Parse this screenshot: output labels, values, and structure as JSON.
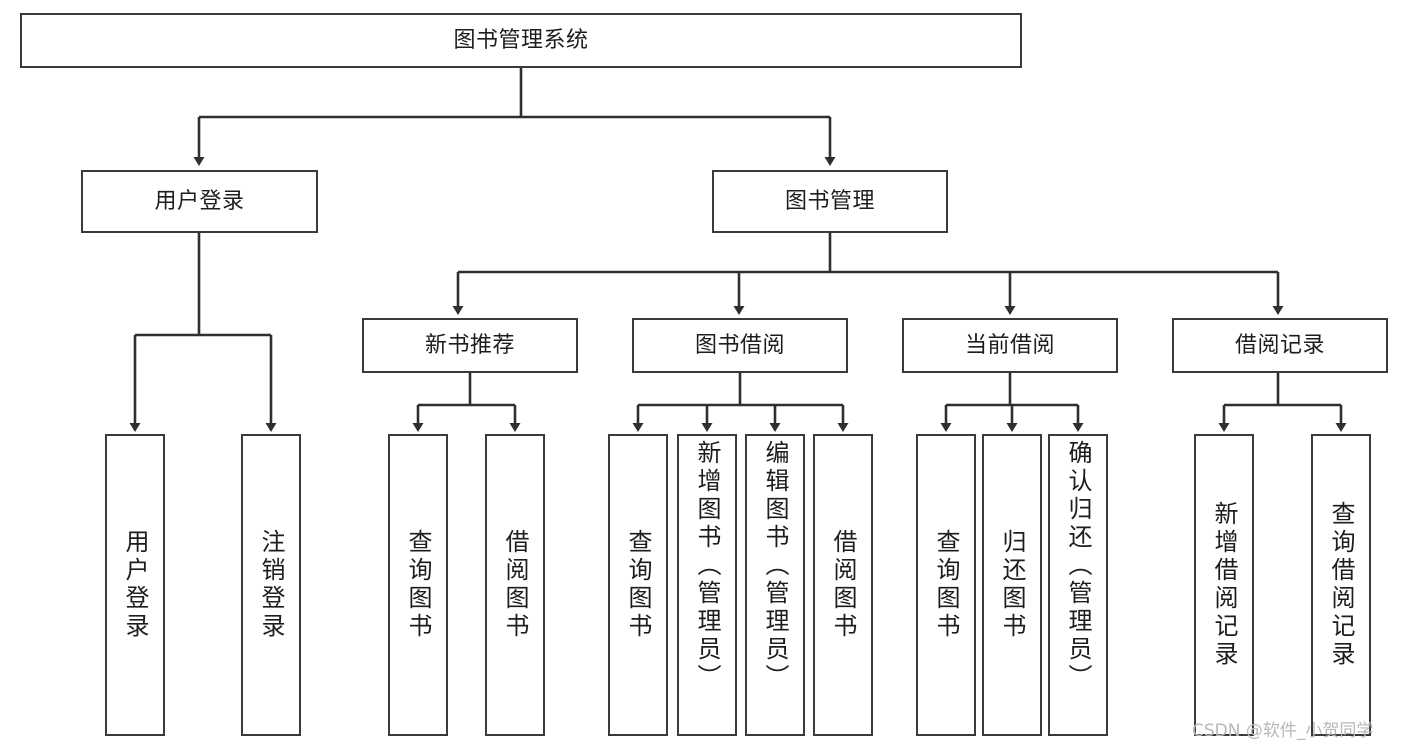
{
  "diagram": {
    "title": "图书管理系统",
    "root": {
      "id": "root",
      "label": "图书管理系统"
    },
    "level1": [
      {
        "id": "user-login",
        "label": "用户登录"
      },
      {
        "id": "book-manage",
        "label": "图书管理"
      }
    ],
    "level2": [
      {
        "id": "new-book-recommend",
        "label": "新书推荐",
        "parent": "book-manage"
      },
      {
        "id": "book-borrow",
        "label": "图书借阅",
        "parent": "book-manage"
      },
      {
        "id": "current-borrow",
        "label": "当前借阅",
        "parent": "book-manage"
      },
      {
        "id": "borrow-record",
        "label": "借阅记录",
        "parent": "book-manage"
      }
    ],
    "leaves": [
      {
        "id": "leaf-user-login",
        "label": "用户登录",
        "parent": "user-login"
      },
      {
        "id": "leaf-logout-login",
        "label": "注销登录",
        "parent": "user-login"
      },
      {
        "id": "leaf-query-book-1",
        "label": "查询图书",
        "parent": "new-book-recommend"
      },
      {
        "id": "leaf-borrow-book-1",
        "label": "借阅图书",
        "parent": "new-book-recommend"
      },
      {
        "id": "leaf-query-book-2",
        "label": "查询图书",
        "parent": "book-borrow"
      },
      {
        "id": "leaf-add-book",
        "label": "新增图书（管理员）",
        "parent": "book-borrow"
      },
      {
        "id": "leaf-edit-book",
        "label": "编辑图书（管理员）",
        "parent": "book-borrow"
      },
      {
        "id": "leaf-borrow-book-2",
        "label": "借阅图书",
        "parent": "book-borrow"
      },
      {
        "id": "leaf-query-book-3",
        "label": "查询图书",
        "parent": "current-borrow"
      },
      {
        "id": "leaf-return-book",
        "label": "归还图书",
        "parent": "current-borrow"
      },
      {
        "id": "leaf-confirm-return",
        "label": "确认归还（管理员）",
        "parent": "current-borrow"
      },
      {
        "id": "leaf-add-record",
        "label": "新增借阅记录",
        "parent": "borrow-record"
      },
      {
        "id": "leaf-query-record",
        "label": "查询借阅记录",
        "parent": "borrow-record"
      }
    ],
    "colors": {
      "border": "#3a3a3a",
      "edge": "#2f2f2f",
      "background": "#ffffff",
      "text": "#1d1d1d",
      "watermark": "#b8b8b8"
    }
  },
  "watermark": {
    "text": "CSDN @软件_小贺同学"
  }
}
